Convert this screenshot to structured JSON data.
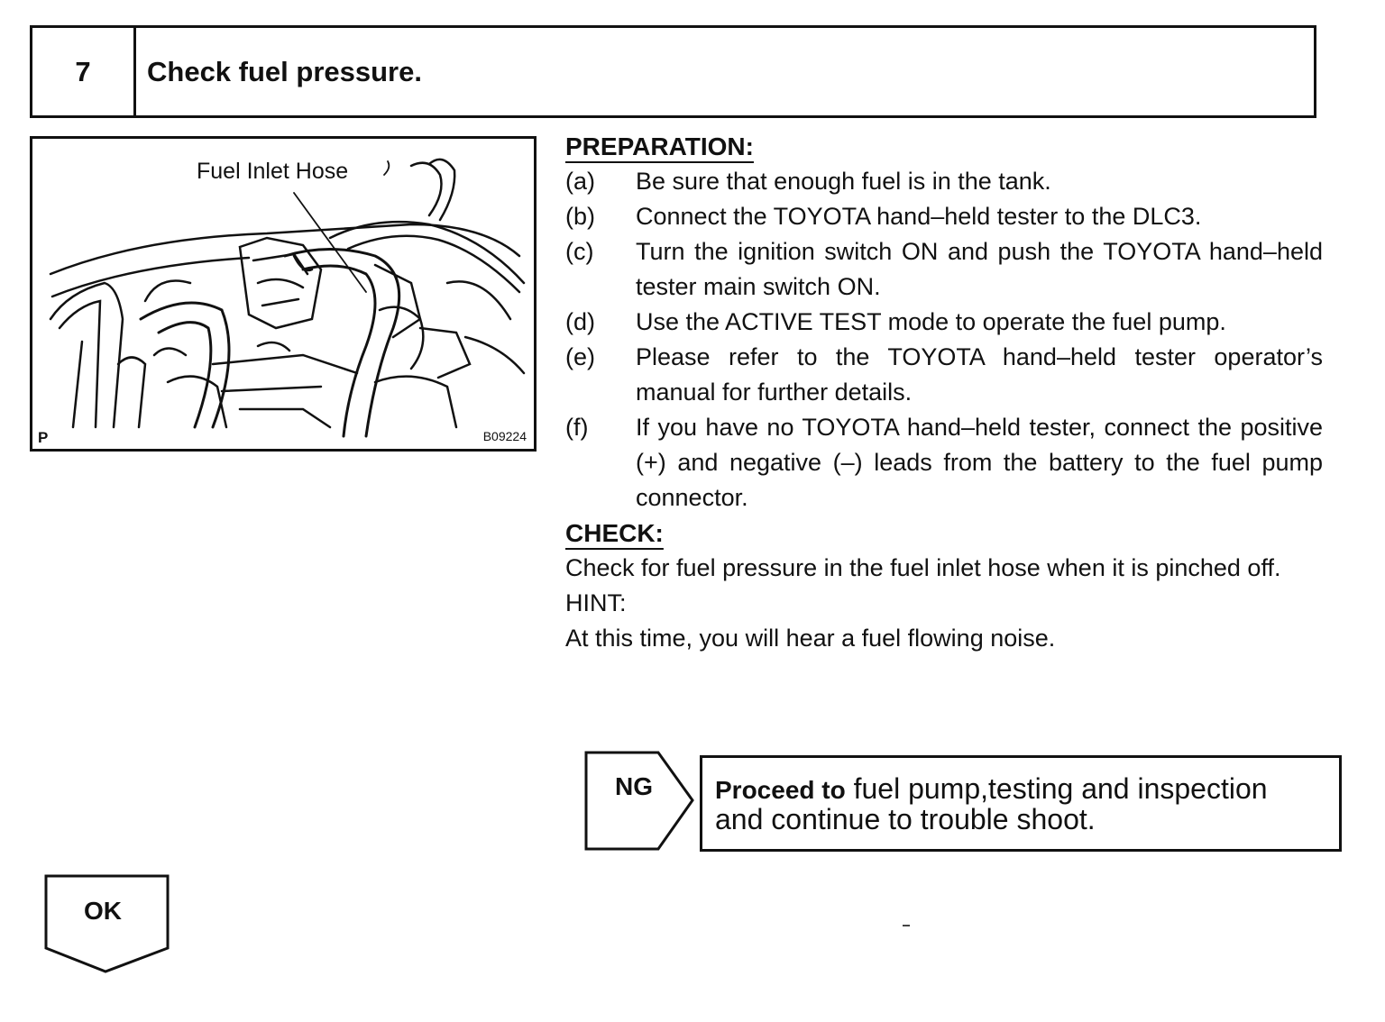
{
  "step": {
    "number": "7",
    "title": "Check fuel pressure."
  },
  "figure": {
    "label": "Fuel Inlet Hose",
    "corner_mark": "P",
    "code": "B09224"
  },
  "preparation": {
    "heading": "PREPARATION:",
    "items": [
      {
        "label": "(a)",
        "text": "Be sure that enough fuel is in the tank."
      },
      {
        "label": "(b)",
        "text": "Connect the TOYOTA hand–held tester to the DLC3."
      },
      {
        "label": "(c)",
        "text": "Turn the ignition switch ON and push the TOYOTA hand–held tester main switch ON."
      },
      {
        "label": "(d)",
        "text": "Use the ACTIVE TEST mode to operate the fuel pump."
      },
      {
        "label": "(e)",
        "text": "Please refer to the TOYOTA hand–held tester operator’s manual for further details."
      },
      {
        "label": "(f)",
        "text": "If you have no TOYOTA hand–held tester, connect the positive (+) and negative (–) leads from the battery to the fuel pump connector."
      }
    ]
  },
  "check": {
    "heading": "CHECK:",
    "text": "Check for fuel pressure in the fuel inlet hose when it is pinched off.",
    "hint_label": "HINT:",
    "hint_text": "At this time, you will hear a fuel flowing noise."
  },
  "ng": {
    "label": "NG",
    "bold": "Proceed to",
    "line1": " fuel pump,testing and inspection",
    "line2": "and continue to trouble shoot",
    "end": "."
  },
  "ok": {
    "label": "OK"
  }
}
